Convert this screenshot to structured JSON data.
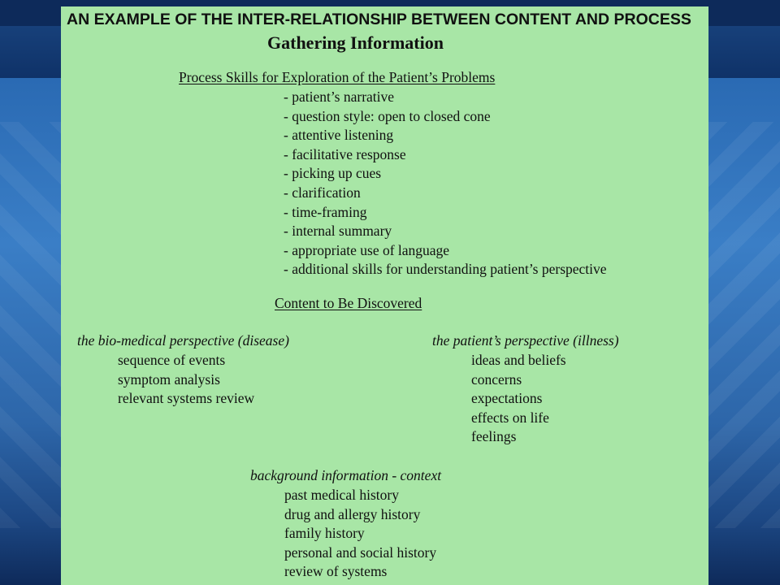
{
  "slide": {
    "title": "AN EXAMPLE OF THE INTER-RELATIONSHIP BETWEEN CONTENT AND PROCESS",
    "subtitle": "Gathering Information",
    "process_section": {
      "heading": "Process Skills for Exploration of the Patient’s Problems",
      "items": [
        "- patient’s narrative",
        "- question style: open to closed cone",
        "- attentive listening",
        "- facilitative response",
        "- picking up cues",
        "- clarification",
        "- time-framing",
        "- internal summary",
        "- appropriate use of language",
        "- additional skills for understanding patient’s perspective"
      ]
    },
    "content_section": {
      "heading": "Content to Be Discovered",
      "biomedical": {
        "heading": "the bio-medical perspective (disease)",
        "items": [
          "sequence of events",
          "symptom analysis",
          "relevant systems review"
        ]
      },
      "patient": {
        "heading": "the patient’s perspective (illness)",
        "items": [
          "ideas and beliefs",
          "concerns",
          "expectations",
          "effects on life",
          "feelings"
        ]
      },
      "background": {
        "heading": "background information - context",
        "items": [
          "past medical history",
          "drug and allergy history",
          "family history",
          "personal and social history",
          "review of systems"
        ]
      }
    }
  },
  "colors": {
    "panel": "#a8e6a6",
    "background": "#2a6ab3",
    "text": "#111111"
  }
}
